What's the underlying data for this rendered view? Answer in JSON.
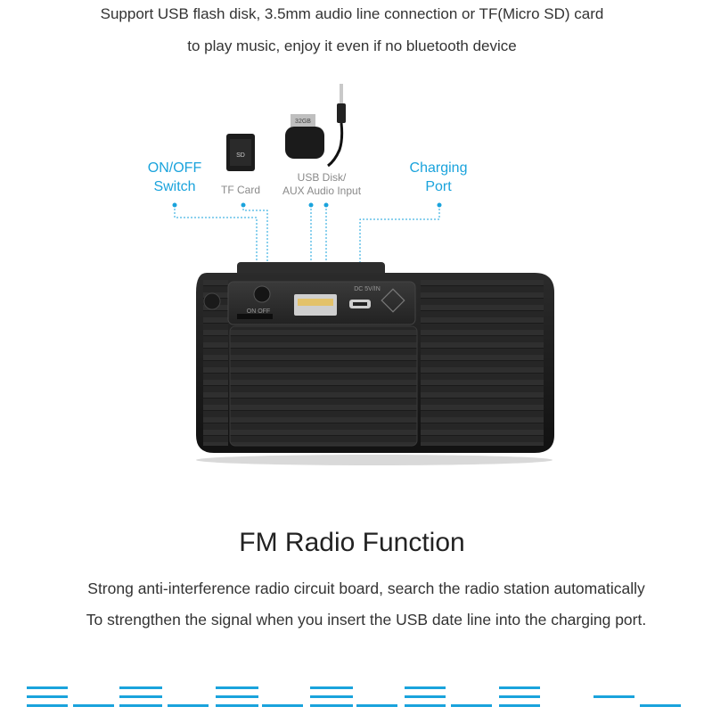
{
  "intro": {
    "line1": "Support USB flash disk, 3.5mm audio line connection or TF(Micro SD) card",
    "line2": "to play music, enjoy it even if no bluetooth device"
  },
  "callouts": {
    "switch": {
      "line1": "ON/OFF",
      "line2": "Switch"
    },
    "tf_card": "TF Card",
    "usb_aux": {
      "line1": "USB Disk/",
      "line2": "AUX Audio Input"
    },
    "charging": {
      "line1": "Charging",
      "line2": "Port"
    }
  },
  "product_labels": {
    "sd_card": "SD",
    "usb_capacity": "32GB",
    "switch_mark": "ON OFF",
    "port_mark": "DC 5V/IN"
  },
  "fm_section": {
    "title": "FM Radio Function",
    "line1": "Strong anti-interference radio circuit board, search the radio station automatically",
    "line2": "To strengthen the signal when you insert the USB date line into the charging port."
  },
  "colors": {
    "accent": "#1aa3dc",
    "speaker_body": "#1f1f1f",
    "text": "#2a2a2a"
  }
}
